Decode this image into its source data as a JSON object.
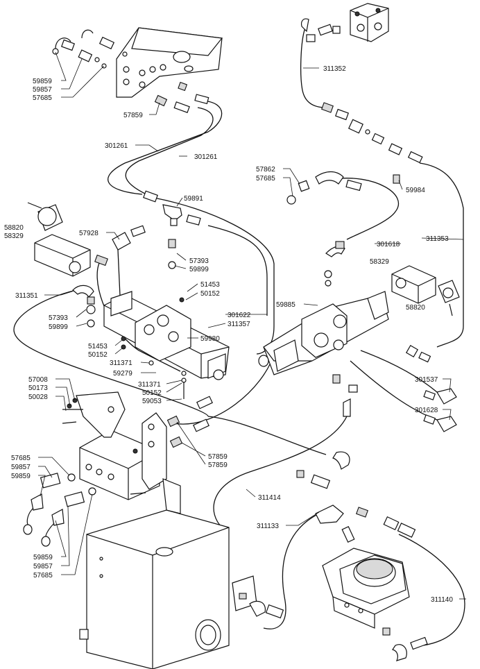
{
  "callouts": {
    "c59859_top": "59859",
    "c59857_top": "59857",
    "c57685_top": "57685",
    "c57859_top": "57859",
    "c301261_a": "301261",
    "c301261_b": "301261",
    "c311352": "311352",
    "c57862": "57862",
    "c57685_mid": "57685",
    "c59984": "59984",
    "c58820_left": "58820",
    "c58329_left": "58329",
    "c57928": "57928",
    "c59891": "59891",
    "c301618": "301618",
    "c311353": "311353",
    "c57393_a": "57393",
    "c59899_a": "59899",
    "c58329_right": "58329",
    "c51453_a": "51453",
    "c50152_a": "50152",
    "c311351": "311351",
    "c58820_right": "58820",
    "c59885": "59885",
    "c57393_b": "57393",
    "c59899_b": "59899",
    "c301622": "301622",
    "c311357": "311357",
    "c59980": "59980",
    "c51453_b": "51453",
    "c50152_b": "50152",
    "c311371_a": "311371",
    "c59279": "59279",
    "c311371_b": "311371",
    "c50152_c": "50152",
    "c59053": "59053",
    "c57008": "57008",
    "c50173": "50173",
    "c50028": "50028",
    "c301537": "301537",
    "c301628": "301628",
    "c57859_a": "57859",
    "c57859_b": "57859",
    "c57685_low": "57685",
    "c59857_low": "59857",
    "c59859_low": "59859",
    "c311414": "311414",
    "c311133": "311133",
    "c59859_bot": "59859",
    "c59857_bot": "59857",
    "c57685_bot": "57685",
    "c311140": "311140"
  }
}
